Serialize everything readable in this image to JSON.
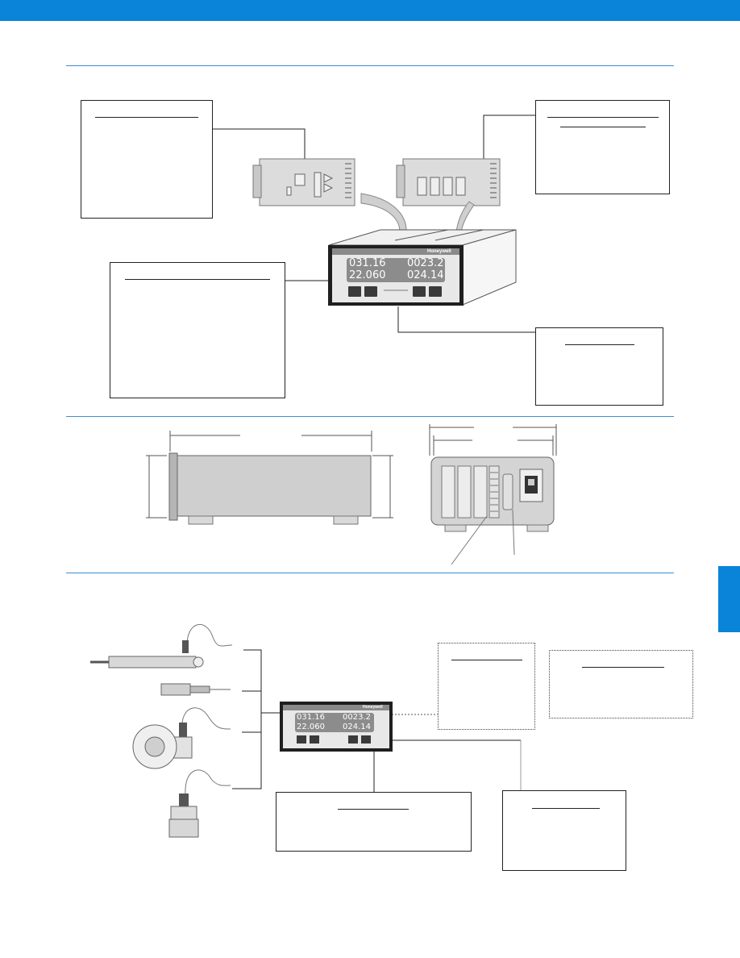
{
  "colors": {
    "accent": "#0a84d8",
    "panel": "#8c8c8c",
    "bezel": "#222222"
  },
  "brand": {
    "logo_text": "Honeywell"
  },
  "display_large": {
    "r1c1": "031.16",
    "r1c2": "0023.2",
    "r2c1": "22.060",
    "r2c2": "024.14"
  },
  "display_small": {
    "r1c1": "031.16",
    "r1c2": "0023.2",
    "r2c1": "22.060",
    "r2c2": "024.14"
  },
  "icons": [
    "arrow-icon",
    "card-icon",
    "transducer-icon",
    "power-inlet-icon"
  ]
}
